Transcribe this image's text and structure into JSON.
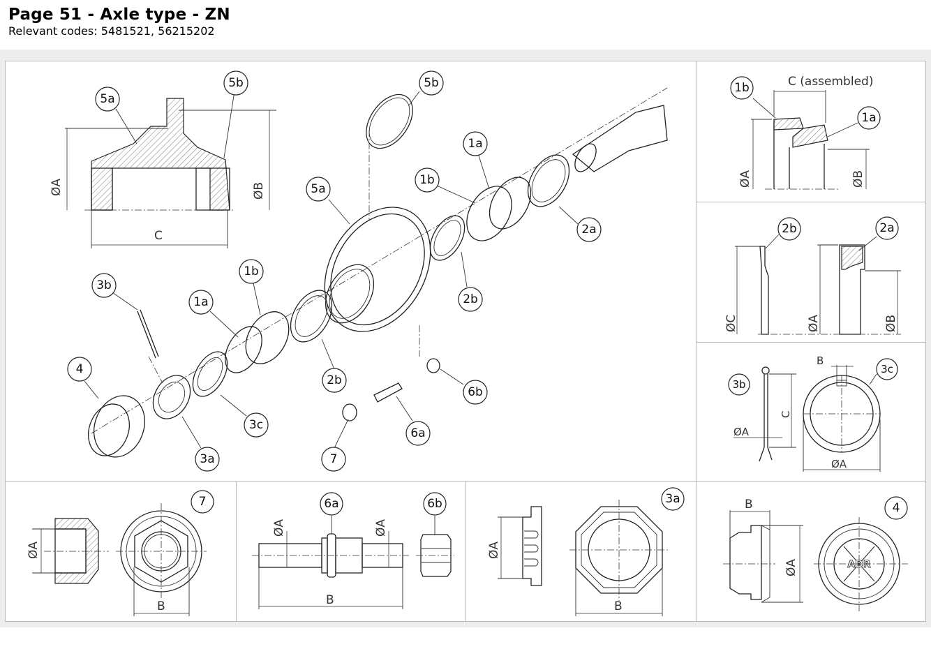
{
  "header": {
    "title": "Page 51 - Axle type - ZN",
    "codes": "Relevant codes: 5481521, 56215202"
  },
  "main": {
    "callouts": [
      "5a",
      "5b",
      "5b",
      "5a",
      "1a",
      "1b",
      "2a",
      "2b",
      "3b",
      "1a",
      "1b",
      "2b",
      "4",
      "3c",
      "3a",
      "6b",
      "6a",
      "7"
    ],
    "dims": {
      "A": "ØA",
      "B": "ØB",
      "C": "C"
    }
  },
  "detail_1": {
    "callouts": [
      "1b",
      "1a"
    ],
    "dim_c": "C (assembled)",
    "dim_a": "ØA",
    "dim_b": "ØB"
  },
  "detail_2": {
    "callouts": [
      "2b",
      "2a"
    ],
    "dim_c": "ØC",
    "dim_a": "ØA",
    "dim_b": "ØB"
  },
  "detail_3": {
    "callouts": [
      "3b",
      "3c"
    ],
    "dim_b": "B",
    "dim_c": "C",
    "dim_a1": "ØA",
    "dim_a2": "ØA"
  },
  "bottom": {
    "p7": {
      "callout": "7",
      "dim_a": "ØA",
      "dim_b": "B"
    },
    "p6": {
      "callouts": [
        "6a",
        "6b"
      ],
      "dim_a1": "ØA",
      "dim_a2": "ØA",
      "dim_b": "B"
    },
    "p3a": {
      "callout": "3a",
      "dim_a": "ØA",
      "dim_b": "B"
    },
    "p4": {
      "callout": "4",
      "dim_b": "B",
      "dim_a": "ØA",
      "logo_text": "ADR"
    }
  }
}
